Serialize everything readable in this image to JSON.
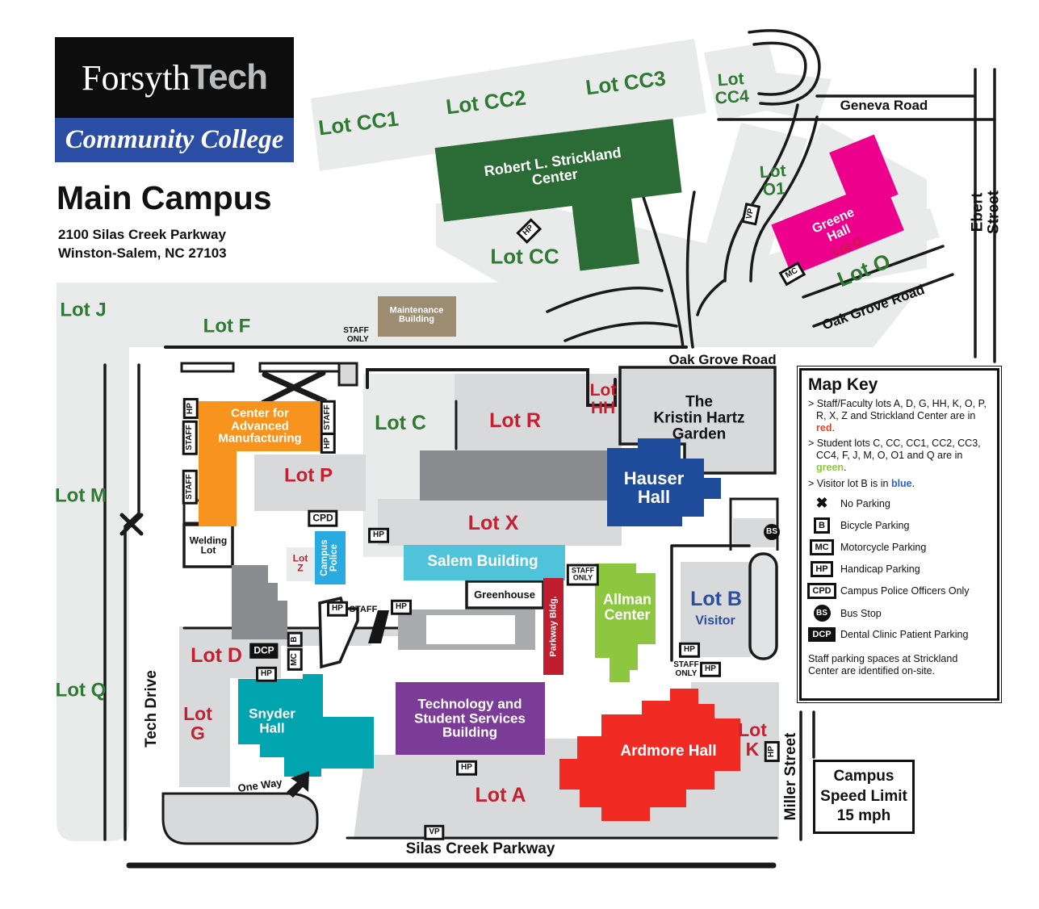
{
  "header": {
    "logo_line1_white": "Forsyth",
    "logo_line1_gray": "Tech",
    "logo_line2": "Community College",
    "title": "Main Campus",
    "address": "2100 Silas Creek Parkway\nWinston-Salem, NC 27103"
  },
  "map_key": {
    "title": "Map Key",
    "staff_rule_text": "> Staff/Faculty lots A, D, G, HH, K, O, P, R, X, Z and Strickland Center are in ",
    "staff_rule_color_word": "red",
    "staff_rule_end": ".",
    "student_rule_text": "> Student lots C, CC, CC1, CC2, CC3, CC4, F, J, M, O, O1 and Q are in ",
    "student_rule_color_word": "green",
    "student_rule_end": ".",
    "visitor_rule_text": "> Visitor lot B is in ",
    "visitor_rule_color_word": "blue",
    "visitor_rule_end": ".",
    "items": {
      "no_parking": "No Parking",
      "bicycle": "Bicycle Parking",
      "motorcycle": "Motorcycle Parking",
      "handicap": "Handicap Parking",
      "cpd": "Campus Police Officers Only",
      "bus_stop": "Bus Stop",
      "dental": "Dental Clinic Patient Parking"
    },
    "footnote": "Staff parking spaces at Strickland Center are identified on-site."
  },
  "badges": {
    "hp": "HP",
    "vp": "VP",
    "mc": "MC",
    "b": "B",
    "cpd": "CPD",
    "dcp": "DCP",
    "bs": "BS",
    "staff": "STAFF",
    "staff_only": "STAFF\nONLY",
    "no_parking_glyph": "✖"
  },
  "buildings": {
    "strickland": "Robert L. Strickland\nCenter",
    "greene": "Greene\nHall",
    "hauser": "Hauser\nHall",
    "salem": "Salem Building",
    "campus_police": "Campus\nPolice",
    "allman": "Allman\nCenter",
    "ardmore": "Ardmore Hall",
    "snyder": "Snyder\nHall",
    "tech_student_services": "Technology and\nStudent Services\nBuilding",
    "advanced_manufacturing": "Center for\nAdvanced\nManufacturing",
    "parkway": "Parkway Bldg.",
    "maintenance": "Maintenance\nBuilding",
    "welding": "Welding\nLot",
    "greenhouse": "Greenhouse",
    "kristin_garden": "The\nKristin Hartz\nGarden"
  },
  "lots": {
    "j": "Lot J",
    "f": "Lot F",
    "m": "Lot M",
    "q": "Lot Q",
    "cc1": "Lot CC1",
    "cc2": "Lot CC2",
    "cc3": "Lot CC3",
    "cc4": "Lot\nCC4",
    "cc": "Lot CC",
    "c": "Lot C",
    "o1": "Lot\nO1",
    "o_staff": "Lot O",
    "o_student": "Lot O",
    "r": "Lot R",
    "x": "Lot X",
    "p": "Lot P",
    "hh": "Lot\nHH",
    "z": "Lot\nZ",
    "d": "Lot D",
    "g": "Lot\nG",
    "a": "Lot A",
    "k": "Lot\nK",
    "b_title": "Lot B",
    "b_subtitle": "Visitor"
  },
  "roads": {
    "geneva": "Geneva Road",
    "ebert": "Ebert Street",
    "oak_grove_upper": "Oak Grove Road",
    "oak_grove_lower": "Oak Grove Road",
    "silas": "Silas Creek Parkway",
    "miller": "Miller Street",
    "tech": "Tech Drive",
    "one_way": "One Way"
  },
  "annotations": {
    "staff_only_maintenance": "STAFF\nONLY",
    "staff_only_lot_b": "STAFF\nONLY",
    "staff_plain": "STAFF"
  },
  "speed_sign": {
    "line1": "Campus",
    "line2": "Speed Limit",
    "line3": "15 mph"
  },
  "colors": {
    "strickland_green": "#2B6B35",
    "greene_magenta": "#EC008C",
    "hauser_blue": "#1E4C9A",
    "salem_cyan": "#4EC3D9",
    "campus_police_blue": "#29ABE2",
    "allman_green": "#8DC63F",
    "ardmore_red": "#EF2B24",
    "snyder_teal": "#00A5B0",
    "tssb_purple": "#7B3C97",
    "cam_orange": "#F7941E",
    "parkway_crimson": "#BE1E2D",
    "maintenance_tan": "#9C8D72",
    "staff_lot_text": "#C42032",
    "student_lot_text": "#2F7A33",
    "visitor_lot_text": "#2B4EA0",
    "key_red_word": "#E8432A",
    "key_green_word": "#8CC63F",
    "key_blue_word": "#2E5FC7",
    "lot_gray_light": "#E9EAEA",
    "lot_gray_mid": "#D8D9DB",
    "building_gray": "#8A8C8F",
    "logo_blue": "#2B4EA4"
  }
}
